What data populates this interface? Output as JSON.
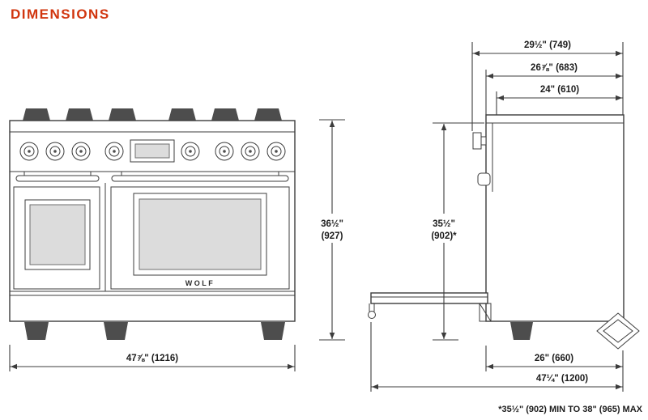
{
  "title": "DIMENSIONS",
  "colors": {
    "accent": "#d1350e",
    "line": "#3c3c3c"
  },
  "front_view": {
    "brand_label": "WOLF",
    "width_label": "47⅞\" (1216)"
  },
  "heights": {
    "overall_in": "36½\"",
    "overall_mm": "(927)",
    "counter_in": "35½\"",
    "counter_mm": "(902)*"
  },
  "side_view": {
    "depth_overall": "29½\" (749)",
    "depth_with_door": "26⅞\" (683)",
    "depth_body": "24\" (610)",
    "depth_base": "26\" (660)",
    "depth_door_open": "47¼\" (1200)"
  },
  "footnote": "*35½\" (902) MIN TO 38\" (965) MAX"
}
